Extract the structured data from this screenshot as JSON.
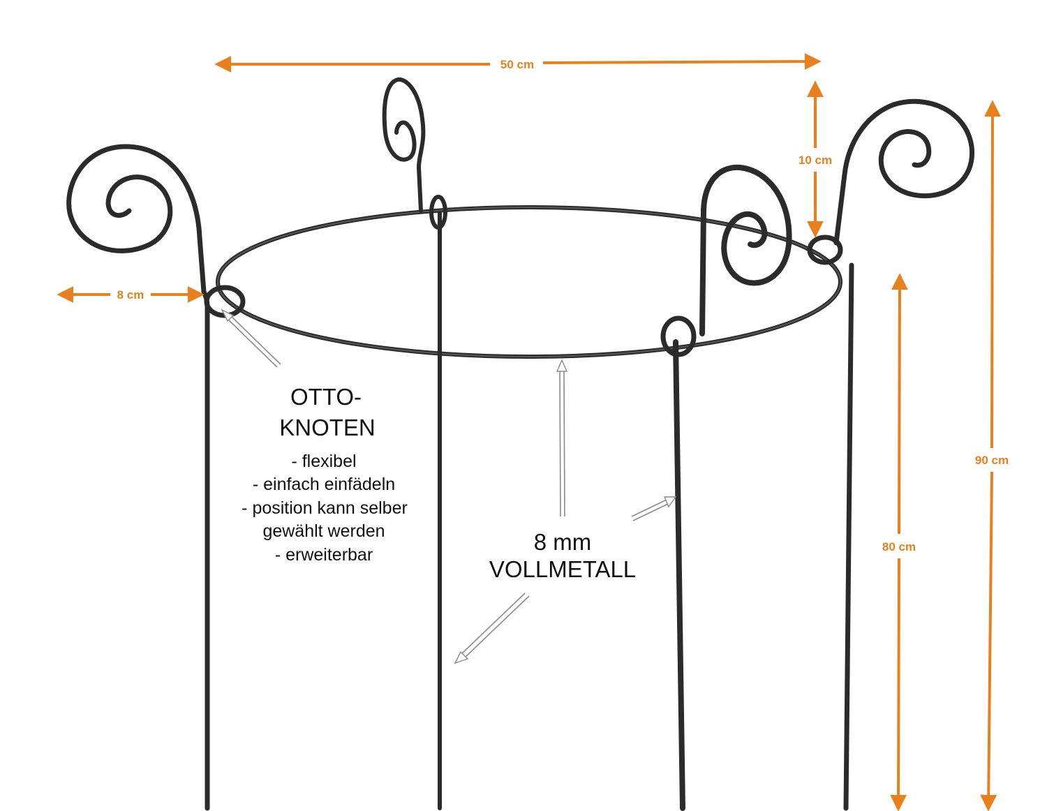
{
  "dimensions": {
    "width_top": "50 cm",
    "spiral_height": "10 cm",
    "total_height": "90 cm",
    "leg_height": "80 cm",
    "loop_offset": "8 cm"
  },
  "annotations": {
    "knot_title_line1": "OTTO-",
    "knot_title_line2": "KNOTEN",
    "knot_features": [
      "- flexibel",
      "- einfach einfädeln",
      "- position kann selber",
      "gewählt werden",
      "- erweiterbar"
    ],
    "material_line1": "8 mm",
    "material_line2": "VOLLMETALL"
  },
  "colors": {
    "dimension_accent": "#e8801e",
    "metal": "#2b2b2b"
  }
}
